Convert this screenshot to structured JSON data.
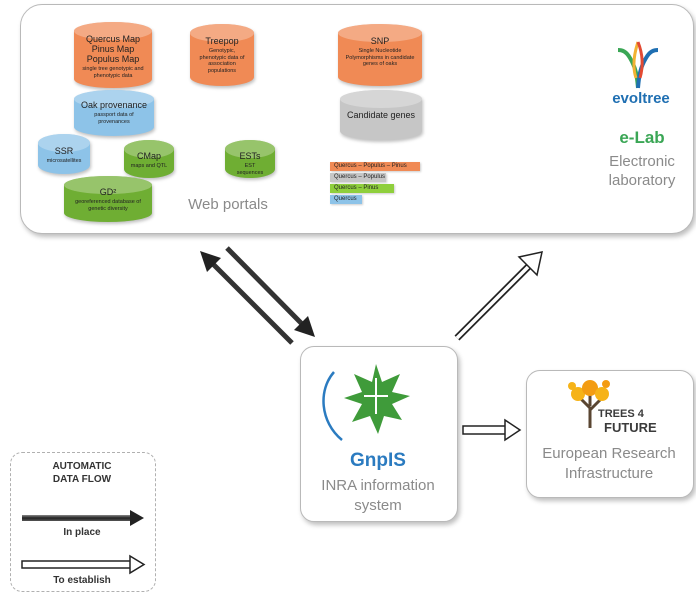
{
  "portal_box": {
    "label": "Web portals",
    "databases": {
      "maps": {
        "title": "Quercus Map\nPinus Map\nPopulus Map",
        "subtitle": "single tree genotypic and phenotypic data"
      },
      "treepop": {
        "title": "Treepop",
        "subtitle": "Genotypic, phenotypic data of association populations"
      },
      "snp": {
        "title": "SNP",
        "subtitle": "Single Nucleotide Polymorphisms in candidate genes of oaks"
      },
      "oak_provenance": {
        "title": "Oak provenance",
        "subtitle": "passport data of provenances"
      },
      "candidate_genes": {
        "title": "Candidate genes",
        "subtitle": ""
      },
      "ssr": {
        "title": "SSR",
        "subtitle": "microsatellites"
      },
      "cmap": {
        "title": "CMap",
        "subtitle": "maps and QTL"
      },
      "ests": {
        "title": "ESTs",
        "subtitle": "EST sequences"
      },
      "gd2": {
        "title": "GD²",
        "subtitle": "georeferenced database of genetic diversity"
      }
    },
    "species_legend": [
      {
        "label": "Quercus – Populus – Pinus",
        "color": "#f08a55"
      },
      {
        "label": "Quercus – Populus",
        "color": "#c6c6c6"
      },
      {
        "label": "Quercus – Pinus",
        "color": "#8fcf3c"
      },
      {
        "label": "Quercus",
        "color": "#8dc3e8"
      }
    ]
  },
  "evoltree": {
    "logo_text": "evoltree",
    "title": "e-Lab",
    "subtitle": "Electronic\nlaboratory"
  },
  "gnpis": {
    "logo_text": "GnpIS",
    "caption": "INRA information\nsystem"
  },
  "european": {
    "logo_line1": "TREES 4",
    "logo_line2": "FUTURE",
    "caption": "European Research\nInfrastructure"
  },
  "legend": {
    "title": "AUTOMATIC\nDATA FLOW",
    "in_place": "In place",
    "to_establish": "To establish"
  },
  "colors": {
    "orange": "#f08a55",
    "blue": "#8dc3e8",
    "green": "#6fae33",
    "gray": "#c6c6c6",
    "evoltree_green": "#3aa655",
    "gnpis_blue": "#2b7bc0",
    "panel_border": "#b9b9b9"
  }
}
